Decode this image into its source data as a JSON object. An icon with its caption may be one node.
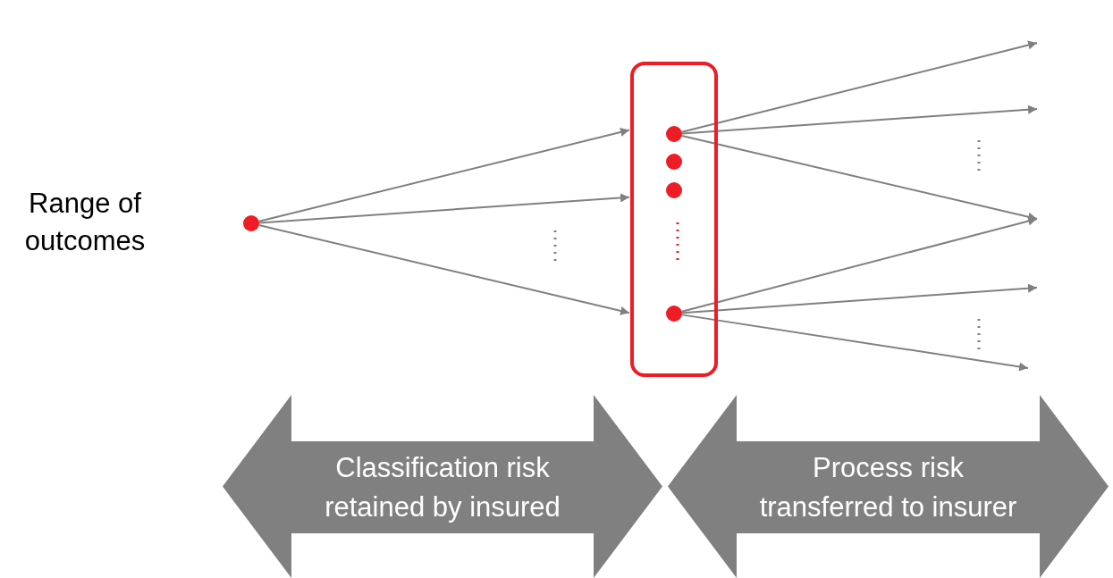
{
  "diagram": {
    "nodes": [
      {
        "text": [],
        "shape": "circle"
      },
      {
        "text": [],
        "shape": "box"
      },
      {
        "text": [],
        "shape": "circle",
        "in": 1
      },
      {
        "text": [],
        "shape": "circle",
        "in": 1
      },
      {
        "text": [],
        "shape": "circle",
        "in": 1
      },
      {
        "text": [],
        "shape": "circle",
        "in": 1
      },
      {
        "text": [
          "Classification risk retained by insured"
        ]
      },
      {
        "text": [
          "Process risk transferred to insurer"
        ]
      }
    ],
    "edges": [
      {
        "from": 0,
        "to": 1,
        "arrow": "to"
      },
      {
        "from": 0,
        "to": 1,
        "arrow": "to"
      },
      {
        "from": 0,
        "to": 1,
        "arrow": "to"
      },
      {
        "from": 2,
        "to": null,
        "arrow": "to"
      },
      {
        "from": 2,
        "to": null,
        "arrow": "to"
      },
      {
        "from": 2,
        "to": null,
        "arrow": "to"
      },
      {
        "from": 5,
        "to": null,
        "arrow": "to"
      },
      {
        "from": 5,
        "to": null,
        "arrow": "to"
      },
      {
        "from": 5,
        "to": null,
        "arrow": "to"
      }
    ],
    "labels": [
      "Range of outcomes"
    ]
  }
}
